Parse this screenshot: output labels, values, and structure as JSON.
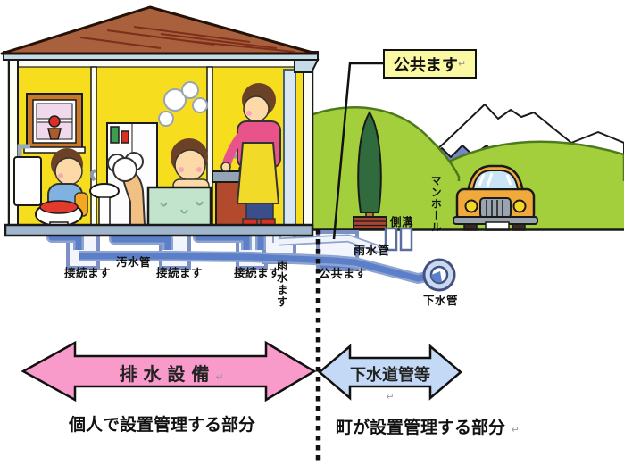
{
  "diagram": {
    "callout": {
      "text": "公共ます",
      "return_mark": "↵"
    },
    "pipes": {
      "connection_basin_1": "接続ます",
      "soil_pipe": "汚水管",
      "connection_basin_2": "接続ます",
      "connection_basin_3": "接続ます",
      "rainwater_basin": "雨水ます",
      "public_basin": "公共ます",
      "rainwater_pipe": "雨水管",
      "sewer_main": "下水管"
    },
    "street": {
      "side_gutter": "側溝",
      "manhole": "マンホール"
    },
    "zones": {
      "left_arrow": {
        "label": "排 水 設 備",
        "return_mark": "↵",
        "color": "#f89bca"
      },
      "right_arrow": {
        "label": "下水道管等",
        "return_mark": "↵",
        "color": "#c3d9f5"
      },
      "left_caption": {
        "text": "個人で設置管理する部分"
      },
      "right_caption": {
        "text": "町が設置管理する部分",
        "return_mark": "↵"
      }
    },
    "colors": {
      "house_wall": "#f6de1e",
      "roof": "#a8613c",
      "grass": "#a3cf3d",
      "mountain": "#7486c6",
      "pipe_dark": "#5b7fc8",
      "pipe_casing": "#8ea3cf",
      "callout_bg": "#fcf9a5",
      "arrow_pink": "#f89bca",
      "arrow_blue": "#c3d9f5"
    }
  }
}
